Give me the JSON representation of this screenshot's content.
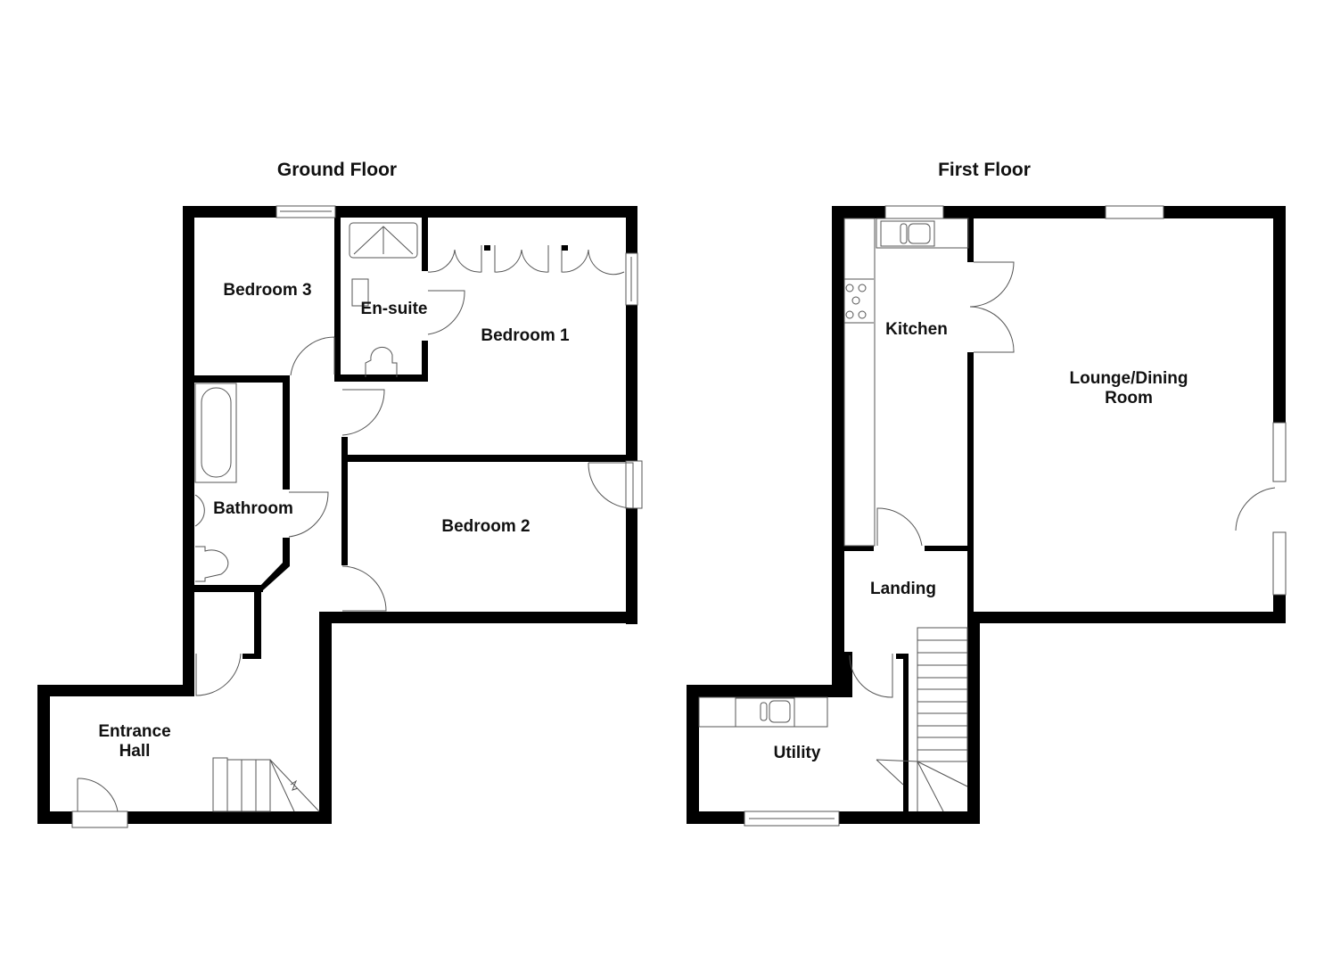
{
  "floors": [
    {
      "title": "Ground Floor",
      "rooms": [
        {
          "name": "Bedroom 3"
        },
        {
          "name": "En-suite"
        },
        {
          "name": "Bedroom 1"
        },
        {
          "name": "Bathroom"
        },
        {
          "name": "Bedroom 2"
        },
        {
          "name": "Entrance",
          "line2": "Hall"
        }
      ]
    },
    {
      "title": "First Floor",
      "rooms": [
        {
          "name": "Kitchen"
        },
        {
          "name": "Lounge/Dining",
          "line2": "Room"
        },
        {
          "name": "Landing"
        },
        {
          "name": "Utility"
        }
      ]
    }
  ],
  "colors": {
    "wall": "#000000",
    "fixture": "#555555",
    "background": "#ffffff"
  }
}
